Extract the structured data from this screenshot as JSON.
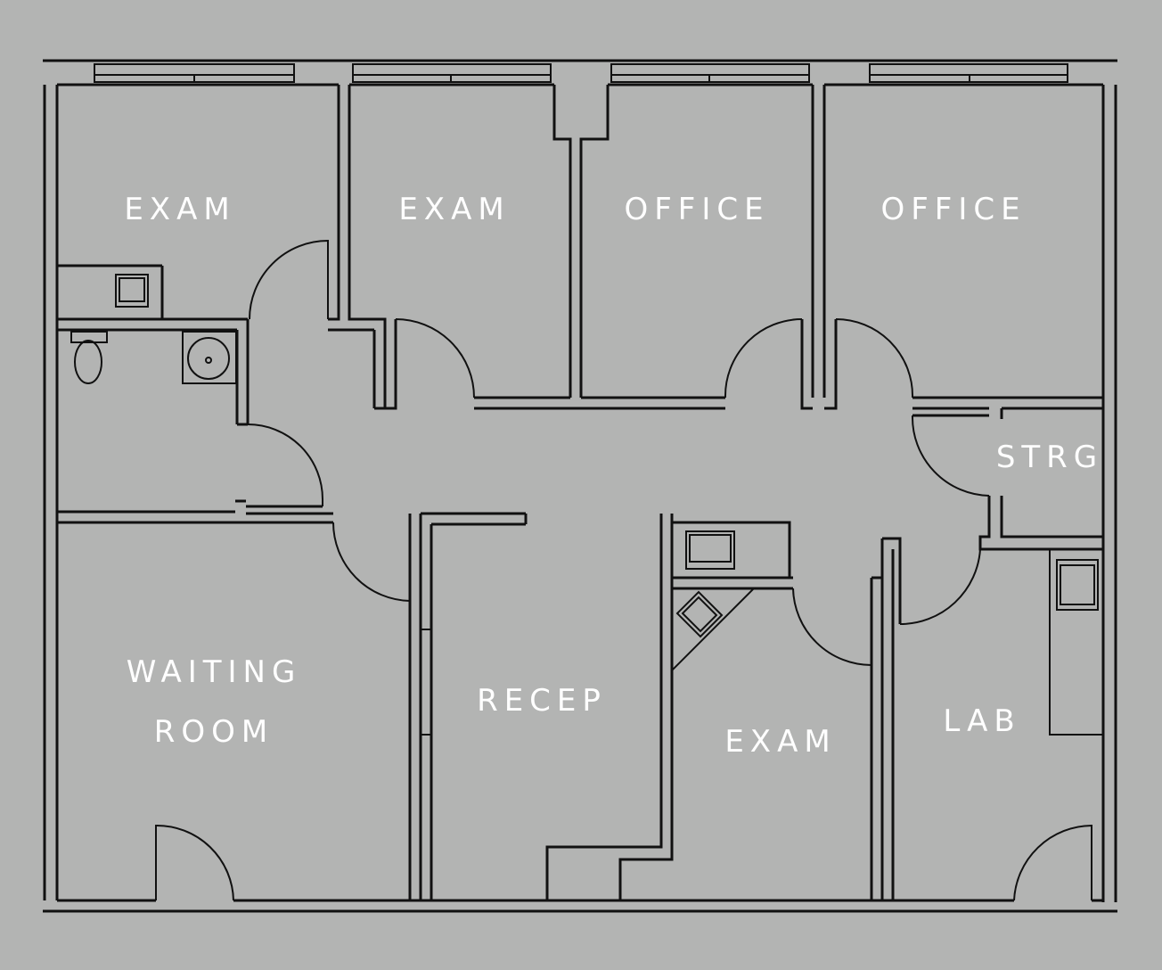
{
  "colors": {
    "background": "#b3b4b3",
    "wall": "#111111",
    "label": "#ffffff"
  },
  "rooms": {
    "exam_top_left": "EXAM",
    "exam_top_center": "EXAM",
    "office_left": "OFFICE",
    "office_right": "OFFICE",
    "storage": "STRG",
    "waiting_line1": "WAITING",
    "waiting_line2": "ROOM",
    "reception": "RECEP",
    "exam_bottom": "EXAM",
    "lab": "LAB"
  },
  "fixtures": [
    "toilet-icon",
    "sink-icon",
    "counter-sink-icon",
    "desk-icon"
  ]
}
